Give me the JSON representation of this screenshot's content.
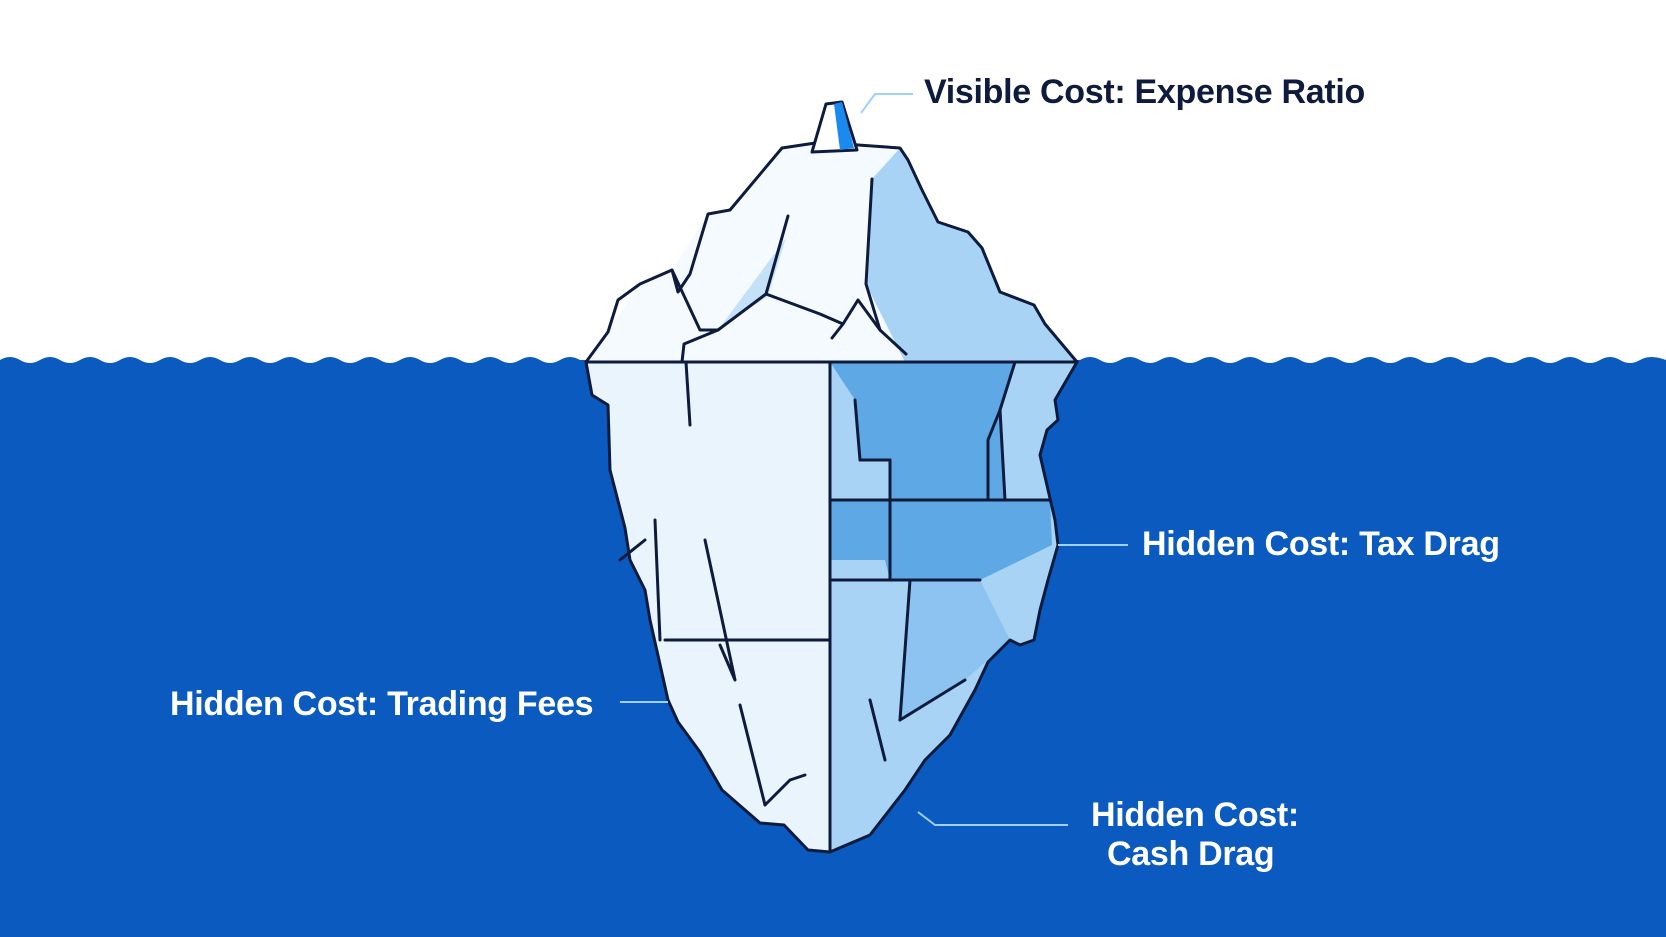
{
  "diagram": {
    "colors": {
      "sky": "#ffffff",
      "water": "#0a5ac0",
      "outline": "#0f1b3d",
      "ice_light": "#eaf4fd",
      "ice_mid": "#a9d3f5",
      "ice_deep": "#5ea8e6",
      "tip": "#1a8af0",
      "leader_line": "#9fd0ff"
    },
    "labels": {
      "visible_cost": "Visible Cost: Expense Ratio",
      "tax_drag": "Hidden Cost: Tax Drag",
      "trading_fees": "Hidden Cost: Trading Fees",
      "cash_drag_line1": "Hidden Cost:",
      "cash_drag_line2": "Cash Drag"
    }
  }
}
